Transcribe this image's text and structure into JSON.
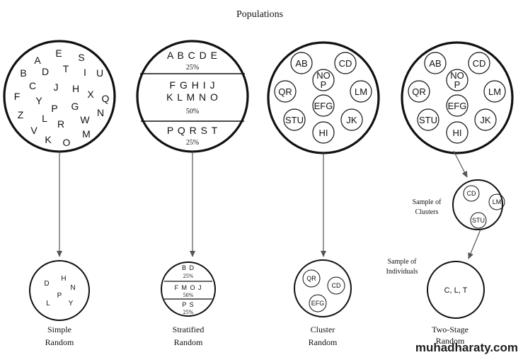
{
  "title": "Populations",
  "simple": {
    "population_letters": [
      "A",
      "E",
      "S",
      "B",
      "D",
      "T",
      "I",
      "U",
      "C",
      "J",
      "H",
      "F",
      "Y",
      "X",
      "Q",
      "P",
      "G",
      "Z",
      "L",
      "W",
      "N",
      "V",
      "R",
      "M",
      "K",
      "O"
    ],
    "sample_letters": [
      "D",
      "H",
      "N",
      "P",
      "L",
      "Y"
    ],
    "label_line1": "Simple",
    "label_line2": "Random"
  },
  "stratified": {
    "strata": [
      {
        "letters": "A B C D E",
        "pct": "25%"
      },
      {
        "letters_line1": "F G H I J",
        "letters_line2": "K L M N O",
        "pct": "50%"
      },
      {
        "letters": "P Q R S T",
        "pct": "25%"
      }
    ],
    "sample_strata": [
      {
        "letters": "B D",
        "pct": "25%"
      },
      {
        "letters": "F M O J",
        "pct": "50%"
      },
      {
        "letters": "P S",
        "pct": "25%"
      }
    ],
    "label_line1": "Stratified",
    "label_line2": "Random"
  },
  "clusters": [
    "AB",
    "CD",
    "NO P",
    "QR",
    "LM",
    "EFG",
    "STU",
    "JK",
    "HI"
  ],
  "cluster": {
    "sample_clusters": [
      "QR",
      "CD",
      "EFG"
    ],
    "label_line1": "Cluster",
    "label_line2": "Random"
  },
  "two_stage": {
    "sample_of_clusters_line1": "Sample of",
    "sample_of_clusters_line2": "Clusters",
    "sample_clusters": [
      "CD",
      "LM",
      "STU"
    ],
    "sample_of_individuals_line1": "Sample of",
    "sample_of_individuals_line2": "Individuals",
    "individuals": "C, L, T",
    "label_line1": "Two-Stage",
    "label_line2": "Random"
  },
  "watermark": "muhadharaty.com"
}
